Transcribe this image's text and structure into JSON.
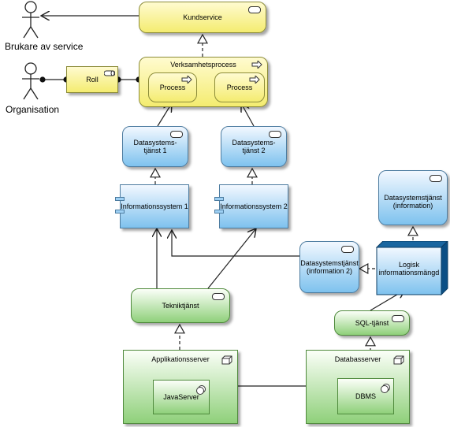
{
  "actors": {
    "brukare": "Brukare av service",
    "organisation": "Organisation"
  },
  "business": {
    "kundservice": "Kundservice",
    "roll": "Roll",
    "verksamhetsprocess": "Verksamhetsprocess",
    "process1": "Process",
    "process2": "Process"
  },
  "application": {
    "ds1_line1": "Datasystems-",
    "ds1_line2": "tjänst 1",
    "ds2_line1": "Datasystems-",
    "ds2_line2": "tjänst 2",
    "is1": "Informationssystem 1",
    "is2": "Informationssystem 2",
    "dsinfo_line1": "Datasystemstjänst",
    "dsinfo_line2": "(information)",
    "dsinfo2_line1": "Datasystemstjänst",
    "dsinfo2_line2": "(information 2)",
    "logisk_line1": "Logisk",
    "logisk_line2": "informationsmängd"
  },
  "technology": {
    "tekniktjanst": "Tekniktjänst",
    "sqltjanst": "SQL-tjänst",
    "applikationsserver": "Applikationsserver",
    "javaserver": "JavaServer",
    "databasserver": "Databasserver",
    "dbms": "DBMS"
  },
  "colors": {
    "business": "#f4ec70",
    "application": "#7ec2ee",
    "technology": "#8fd07a"
  }
}
